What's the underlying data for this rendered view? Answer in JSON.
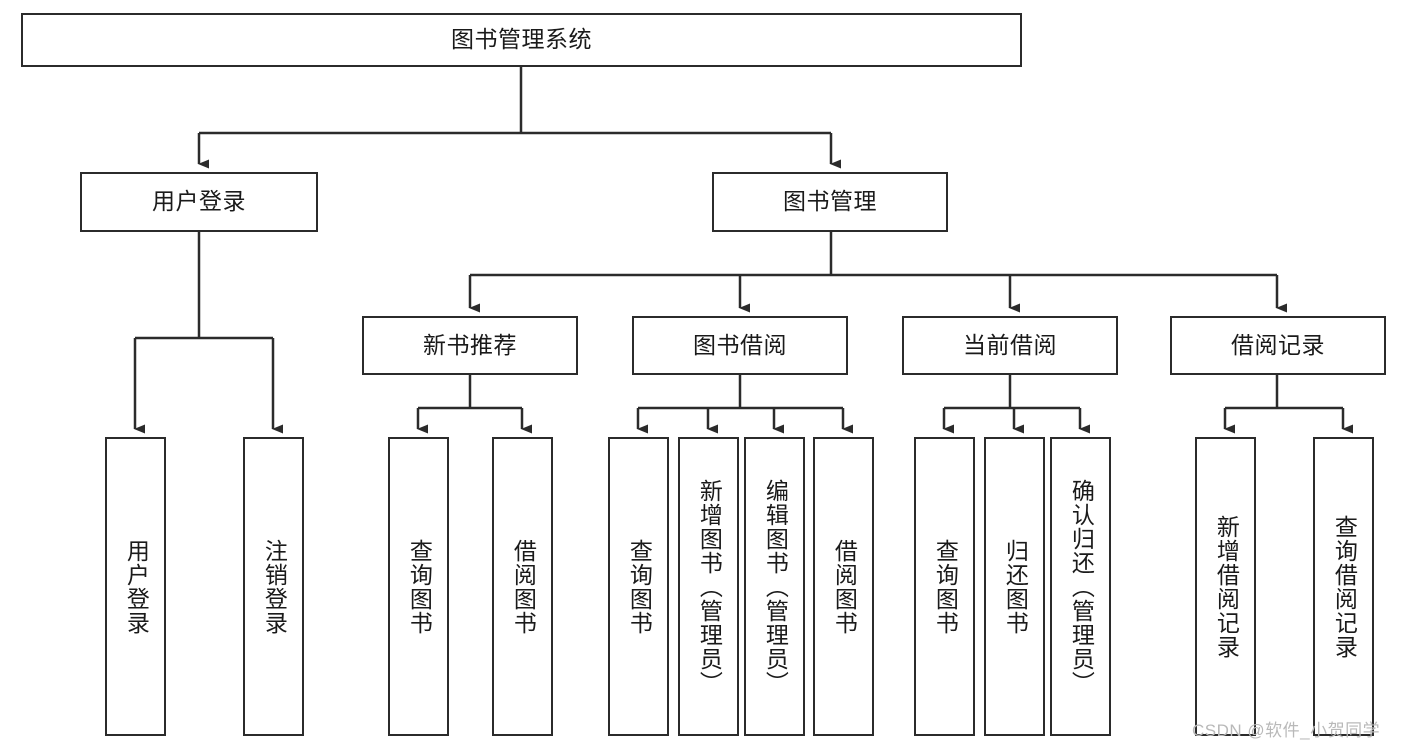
{
  "diagram": {
    "title_node": {
      "label": "图书管理系统"
    },
    "level2": [
      {
        "id": "user-login",
        "label": "用户登录"
      },
      {
        "id": "book-management",
        "label": "图书管理"
      }
    ],
    "level3": [
      {
        "id": "new-book-recommend",
        "label": "新书推荐"
      },
      {
        "id": "book-borrow",
        "label": "图书借阅"
      },
      {
        "id": "current-borrow",
        "label": "当前借阅"
      },
      {
        "id": "borrow-record",
        "label": "借阅记录"
      }
    ],
    "leaves": {
      "user_login": [
        {
          "id": "leaf-user-login",
          "label": "用户登录"
        },
        {
          "id": "leaf-logout-login",
          "label": "注销登录"
        }
      ],
      "new_book_recommend": [
        {
          "id": "leaf-query-book-1",
          "label": "查询图书"
        },
        {
          "id": "leaf-borrow-book-1",
          "label": "借阅图书"
        }
      ],
      "book_borrow": [
        {
          "id": "leaf-query-book-2",
          "label": "查询图书"
        },
        {
          "id": "leaf-add-book",
          "label": "新增图书（管理员）"
        },
        {
          "id": "leaf-edit-book",
          "label": "编辑图书（管理员）"
        },
        {
          "id": "leaf-borrow-book-2",
          "label": "借阅图书"
        }
      ],
      "current_borrow": [
        {
          "id": "leaf-query-book-3",
          "label": "查询图书"
        },
        {
          "id": "leaf-return-book",
          "label": "归还图书"
        },
        {
          "id": "leaf-confirm-return",
          "label": "确认归还（管理员）"
        }
      ],
      "borrow_record": [
        {
          "id": "leaf-add-borrow-record",
          "label": "新增借阅记录"
        },
        {
          "id": "leaf-query-borrow-record",
          "label": "查询借阅记录"
        }
      ]
    }
  },
  "watermark": {
    "text": "CSDN @软件_小贺同学"
  },
  "colors": {
    "box_border": "#2b2b2b",
    "connector": "#2b2b2b",
    "text": "#1a1a1a",
    "background": "#ffffff",
    "watermark": "#b9b9b9"
  }
}
